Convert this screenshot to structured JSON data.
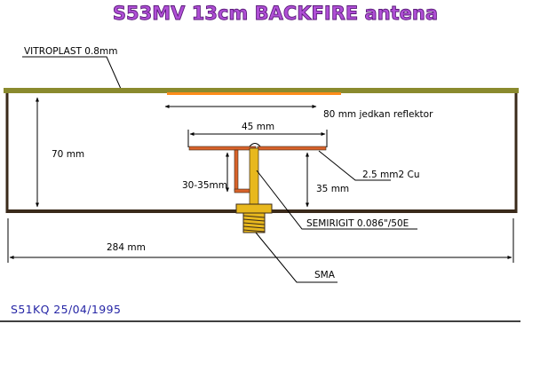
{
  "title": "S53MV  13cm BACKFIRE antena",
  "labels": {
    "vitroplast": "VITROPLAST 0.8mm",
    "reflector": "80 mm jedkan reflektor",
    "dipole_width": "45 mm",
    "height": "70 mm",
    "wire": "2.5 mm2 Cu",
    "feed_height": "30-35mm",
    "dipole_height": "35 mm",
    "cable": "SEMIRIGIT 0.086\"/50E",
    "width": "284 mm",
    "connector": "SMA"
  },
  "author": "S51KQ  25/04/1995",
  "colors": {
    "title": "#b04fd6",
    "plate": "#8a8a2e",
    "reflector": "#ff8c1a",
    "copper": "#d8622a",
    "brass": "#e8b81e",
    "dark": "#3a2a1a",
    "author": "#2727a6"
  }
}
